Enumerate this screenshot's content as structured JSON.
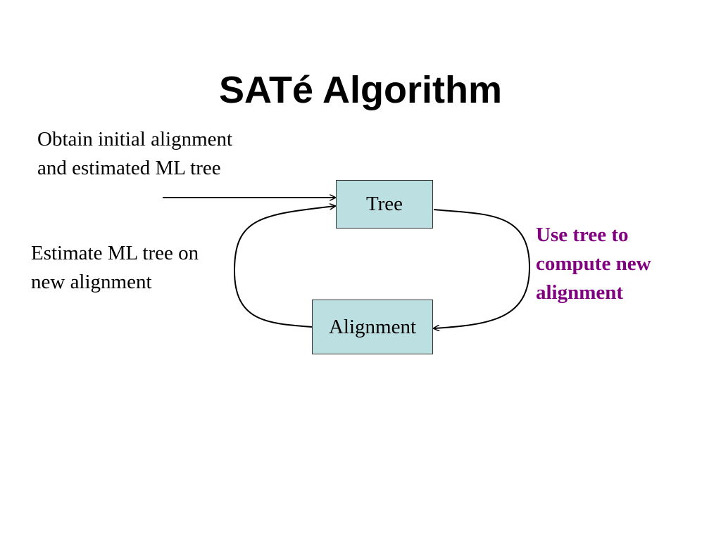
{
  "slide": {
    "title": "SATé Algorithm"
  },
  "nodes": {
    "tree": {
      "label": "Tree",
      "fill": "#bcdfe1"
    },
    "alignment": {
      "label": "Alignment",
      "fill": "#bcdfe1"
    }
  },
  "labels": {
    "initial": [
      "Obtain initial alignment",
      "and estimated ML tree"
    ],
    "estimate": [
      "Estimate ML tree on",
      "new alignment"
    ],
    "use_tree": [
      "Use tree to",
      "compute new",
      "alignment"
    ]
  },
  "colors": {
    "accent_text": "#800080",
    "edge": "#000000",
    "node_fill": "#bcdfe1"
  },
  "icons": {
    "arrowhead": "arrowhead-icon"
  }
}
